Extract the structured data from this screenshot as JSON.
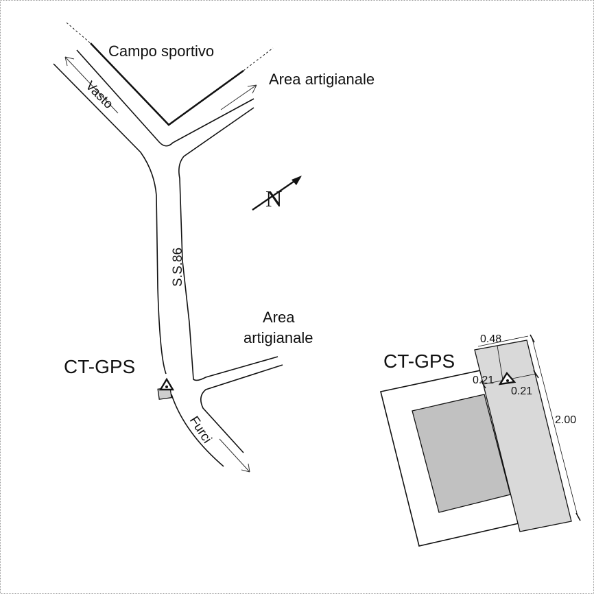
{
  "labels": {
    "campo_sportivo": "Campo sportivo",
    "area_artigianale_top": "Area artigianale",
    "vasto": "Vasto",
    "road_name": "S.S.86",
    "north": "N",
    "area_artigianale_mid_line1": "Area",
    "area_artigianale_mid_line2": "artigianale",
    "station_left": "CT-GPS",
    "furci": "Furci",
    "station_detail": "CT-GPS"
  },
  "dimensions": {
    "width": "0.48",
    "offset_left": "0.21",
    "offset_right": "0.21",
    "length": "2.00"
  },
  "icons": [
    "triangle-station-icon",
    "north-arrow-icon",
    "building-icon"
  ],
  "colors": {
    "line": "#111111",
    "building_light": "#d9d9d9",
    "building_dark": "#c1c1c1",
    "background": "#ffffff"
  }
}
